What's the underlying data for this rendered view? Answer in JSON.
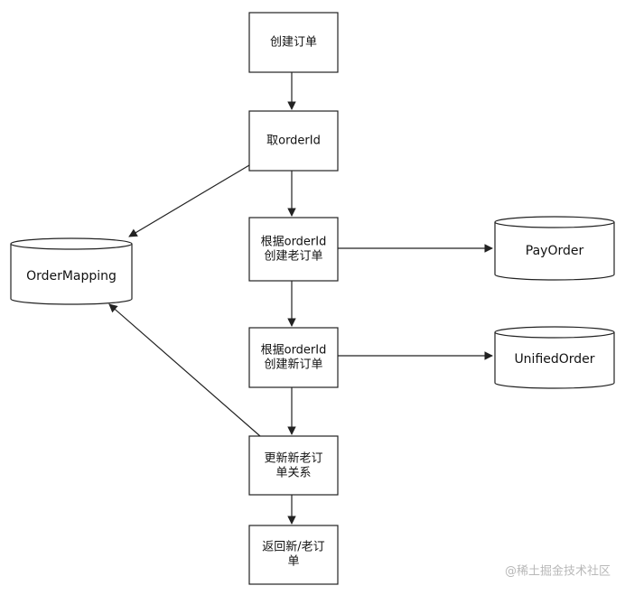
{
  "nodes": {
    "create_order": {
      "lines": [
        "创建订单"
      ]
    },
    "get_order_id": {
      "lines": [
        "取orderId"
      ]
    },
    "create_old_order": {
      "lines": [
        "根据orderId",
        "创建老订单"
      ]
    },
    "create_new_order": {
      "lines": [
        "根据orderId",
        "创建新订单"
      ]
    },
    "update_relation": {
      "lines": [
        "更新新老订",
        "单关系"
      ]
    },
    "return_order": {
      "lines": [
        "返回新/老订",
        "单"
      ]
    }
  },
  "databases": {
    "order_mapping": {
      "label": "OrderMapping"
    },
    "pay_order": {
      "label": "PayOrder"
    },
    "unified_order": {
      "label": "UnifiedOrder"
    }
  },
  "watermark": "@稀土掘金技术社区",
  "colors": {
    "stroke": "#222222",
    "fill": "#ffffff",
    "text": "#111111",
    "watermark": "#b8b8b8"
  }
}
